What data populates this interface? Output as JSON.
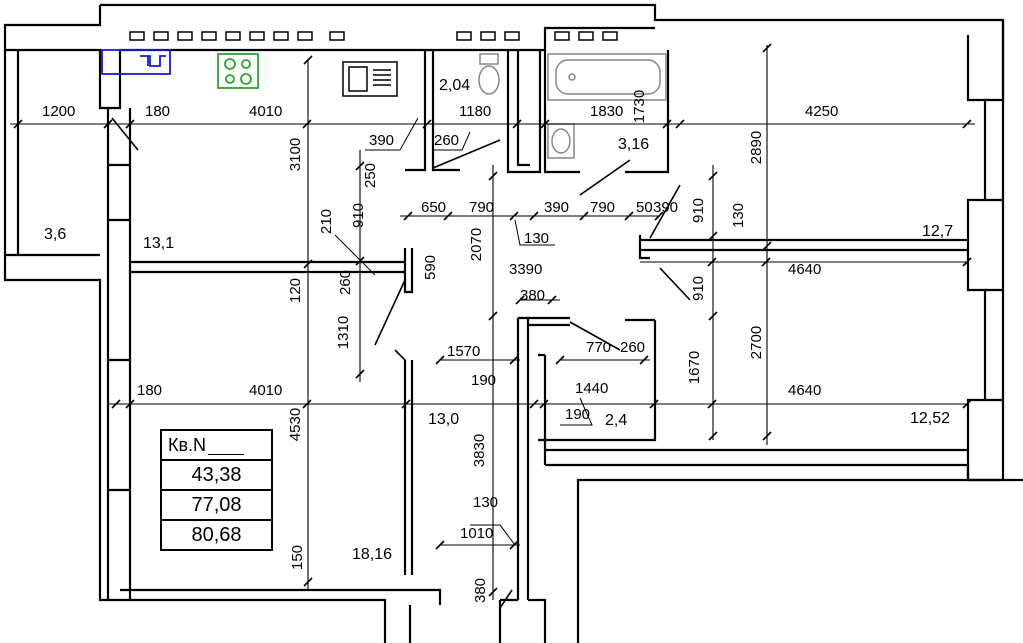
{
  "areas": {
    "loggia": "3,6",
    "kitchen": "13,1",
    "wc": "2,04",
    "bath": "3,16",
    "room_ne": "12,7",
    "room_c": "13,0",
    "storage": "2,4",
    "room_se": "12,52",
    "room_sw": "18,16"
  },
  "dims_h": {
    "loggia_w": "1200",
    "kitchen_180": "180",
    "kitchen_w": "4010",
    "wc_w": "1180",
    "bath_w": "1830",
    "room_ne_w": "4250",
    "d390a": "390",
    "d260a": "260",
    "d650": "650",
    "d790a": "790",
    "d390b": "390",
    "d790b": "790",
    "d50": "50",
    "d390c": "390",
    "d130a": "130",
    "d3390": "3390",
    "d4640a": "4640",
    "d380a": "380",
    "d770": "770",
    "d260b": "260",
    "d1570": "1570",
    "d190a": "190",
    "d1440": "1440",
    "d190b": "190",
    "d180b": "180",
    "d4010b": "4010",
    "d4640b": "4640",
    "d130b": "130",
    "d1010": "1010"
  },
  "dims_v": {
    "d3100": "3100",
    "d250": "250",
    "d910a": "910",
    "d210": "210",
    "d120": "120",
    "d260c": "260",
    "d590": "590",
    "d2070": "2070",
    "d1730": "1730",
    "d2890": "2890",
    "d910b": "910",
    "d130c": "130",
    "d910c": "910",
    "d1310": "1310",
    "d1670": "1670",
    "d2700": "2700",
    "d4530": "4530",
    "d3830": "3830",
    "d150": "150",
    "d380b": "380"
  },
  "table": {
    "header": "Кв.N",
    "v1": "43,38",
    "v2": "77,08",
    "v3": "80,68"
  },
  "colors": {
    "wall": "#000000",
    "sink": "#1a1acc",
    "stove": "#2aa52a"
  },
  "icons": [
    "sink-icon",
    "stove-icon",
    "cabinet-icon",
    "toilet-icon",
    "bathtub-icon",
    "washbasin-icon",
    "radiator-icon"
  ]
}
